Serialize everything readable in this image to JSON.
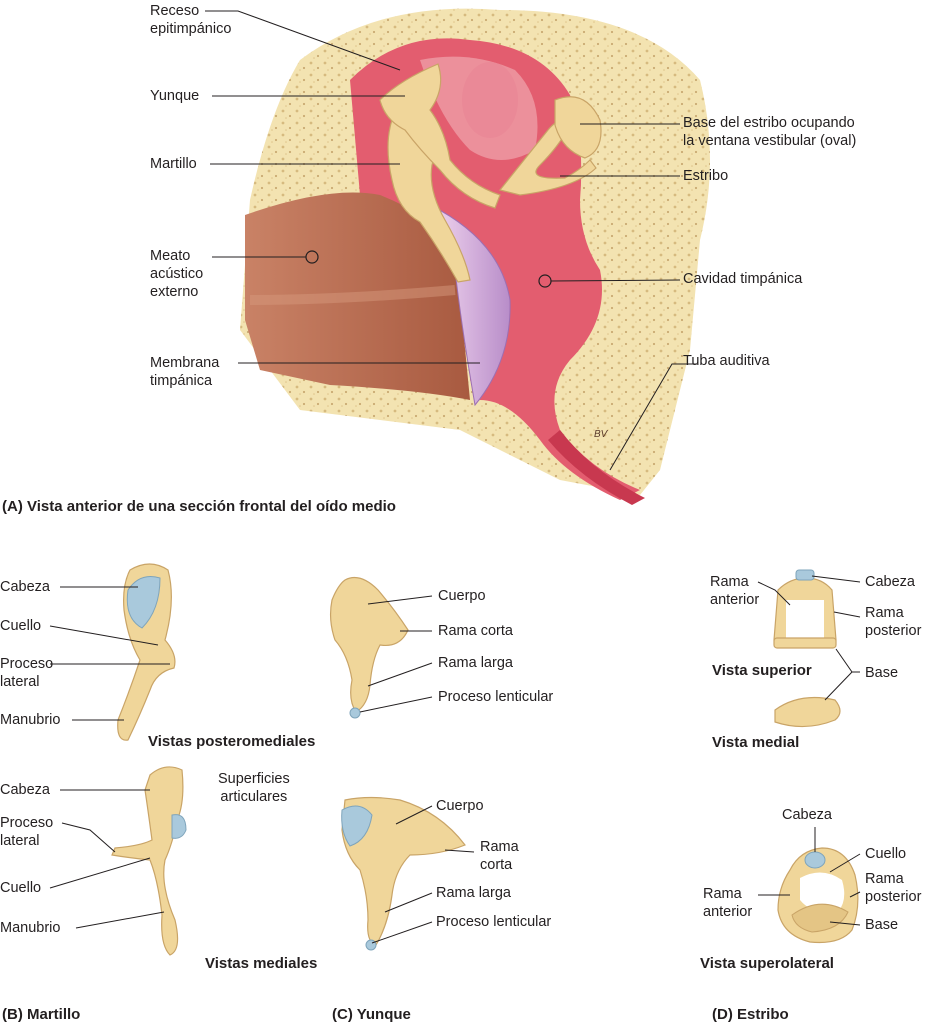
{
  "panel_a": {
    "caption": "(A) Vista anterior de una sección frontal del oído medio",
    "labels": {
      "receso": "Receso\nepitimpánico",
      "yunque": "Yunque",
      "martillo": "Martillo",
      "meato": "Meato\nacústico\nexterno",
      "membrana": "Membrana\ntimpánica",
      "base_estribo": "Base del estribo ocupando\nla ventana vestibular (oval)",
      "estribo": "Estribo",
      "cavidad": "Cavidad timpánica",
      "tuba": "Tuba auditiva"
    },
    "signature": "BV"
  },
  "panel_b": {
    "caption": "(B) Martillo",
    "view_posteromedial": "Vistas posteromediales",
    "view_medial": "Vistas mediales",
    "shared_label": "Superficies\narticulares",
    "top_labels": {
      "cabeza": "Cabeza",
      "cuello": "Cuello",
      "proceso": "Proceso\nlateral",
      "manubrio": "Manubrio"
    },
    "bottom_labels": {
      "cabeza": "Cabeza",
      "proceso": "Proceso\nlateral",
      "cuello": "Cuello",
      "manubrio": "Manubrio"
    }
  },
  "panel_c": {
    "caption": "(C) Yunque",
    "top_labels": {
      "cuerpo": "Cuerpo",
      "rama_corta": "Rama corta",
      "rama_larga": "Rama larga",
      "proceso": "Proceso lenticular"
    },
    "bottom_labels": {
      "cuerpo": "Cuerpo",
      "rama_corta": "Rama\ncorta",
      "rama_larga": "Rama larga",
      "proceso": "Proceso lenticular"
    }
  },
  "panel_d": {
    "caption": "(D) Estribo",
    "view_superior": "Vista superior",
    "view_medial": "Vista medial",
    "view_superolateral": "Vista superolateral",
    "top_labels": {
      "rama_anterior": "Rama\nanterior",
      "cabeza": "Cabeza",
      "rama_posterior": "Rama\nposterior",
      "base": "Base"
    },
    "bottom_labels": {
      "cabeza": "Cabeza",
      "cuello": "Cuello",
      "rama_posterior": "Rama\nposterior",
      "rama_anterior": "Rama\nanterior",
      "base": "Base"
    }
  },
  "colors": {
    "bone": "#f3e3b1",
    "bone_dots": "#c9a86a",
    "cavity": "#e35d6f",
    "cavity_light": "#f0a6ae",
    "meatus": "#b46a4e",
    "membrane": "#c9a2d4",
    "ossicle": "#f0d69a",
    "ossicle_edge": "#c9a467",
    "cartilage": "#a9c9dc"
  }
}
